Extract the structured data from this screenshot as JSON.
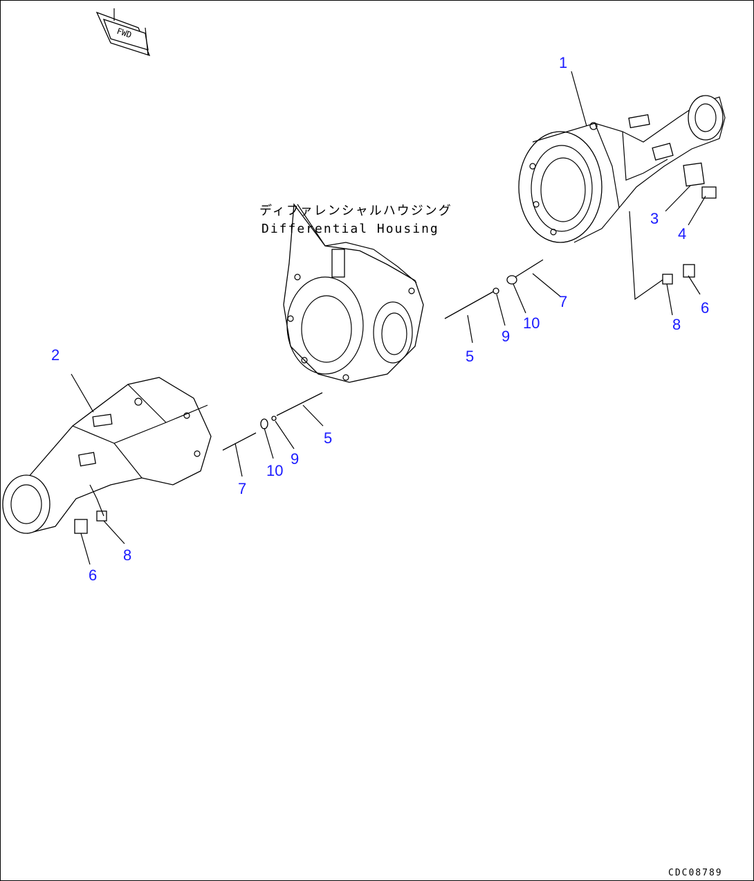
{
  "housing_label": {
    "jp": "ディファレンシャルハウジング",
    "en": "Differential Housing"
  },
  "callouts": [
    {
      "id": "callout-1-right-housing",
      "text": "1"
    },
    {
      "id": "callout-2-left-housing",
      "text": "2"
    },
    {
      "id": "callout-3-plate",
      "text": "3"
    },
    {
      "id": "callout-4-bolt",
      "text": "4"
    },
    {
      "id": "callout-5-stud-right",
      "text": "5"
    },
    {
      "id": "callout-5-stud-left",
      "text": "5"
    },
    {
      "id": "callout-6-plug-right",
      "text": "6"
    },
    {
      "id": "callout-6-plug-left",
      "text": "6"
    },
    {
      "id": "callout-7-pipe-right",
      "text": "7"
    },
    {
      "id": "callout-7-pipe-left",
      "text": "7"
    },
    {
      "id": "callout-8-washer-right",
      "text": "8"
    },
    {
      "id": "callout-8-washer-left",
      "text": "8"
    },
    {
      "id": "callout-9-washer-right",
      "text": "9"
    },
    {
      "id": "callout-9-washer-left",
      "text": "9"
    },
    {
      "id": "callout-10-ring-right",
      "text": "10"
    },
    {
      "id": "callout-10-ring-left",
      "text": "10"
    }
  ],
  "drawing_code": "CDC08789",
  "colors": {
    "callout": "#1a1aff",
    "line": "#000000",
    "background": "#ffffff"
  }
}
